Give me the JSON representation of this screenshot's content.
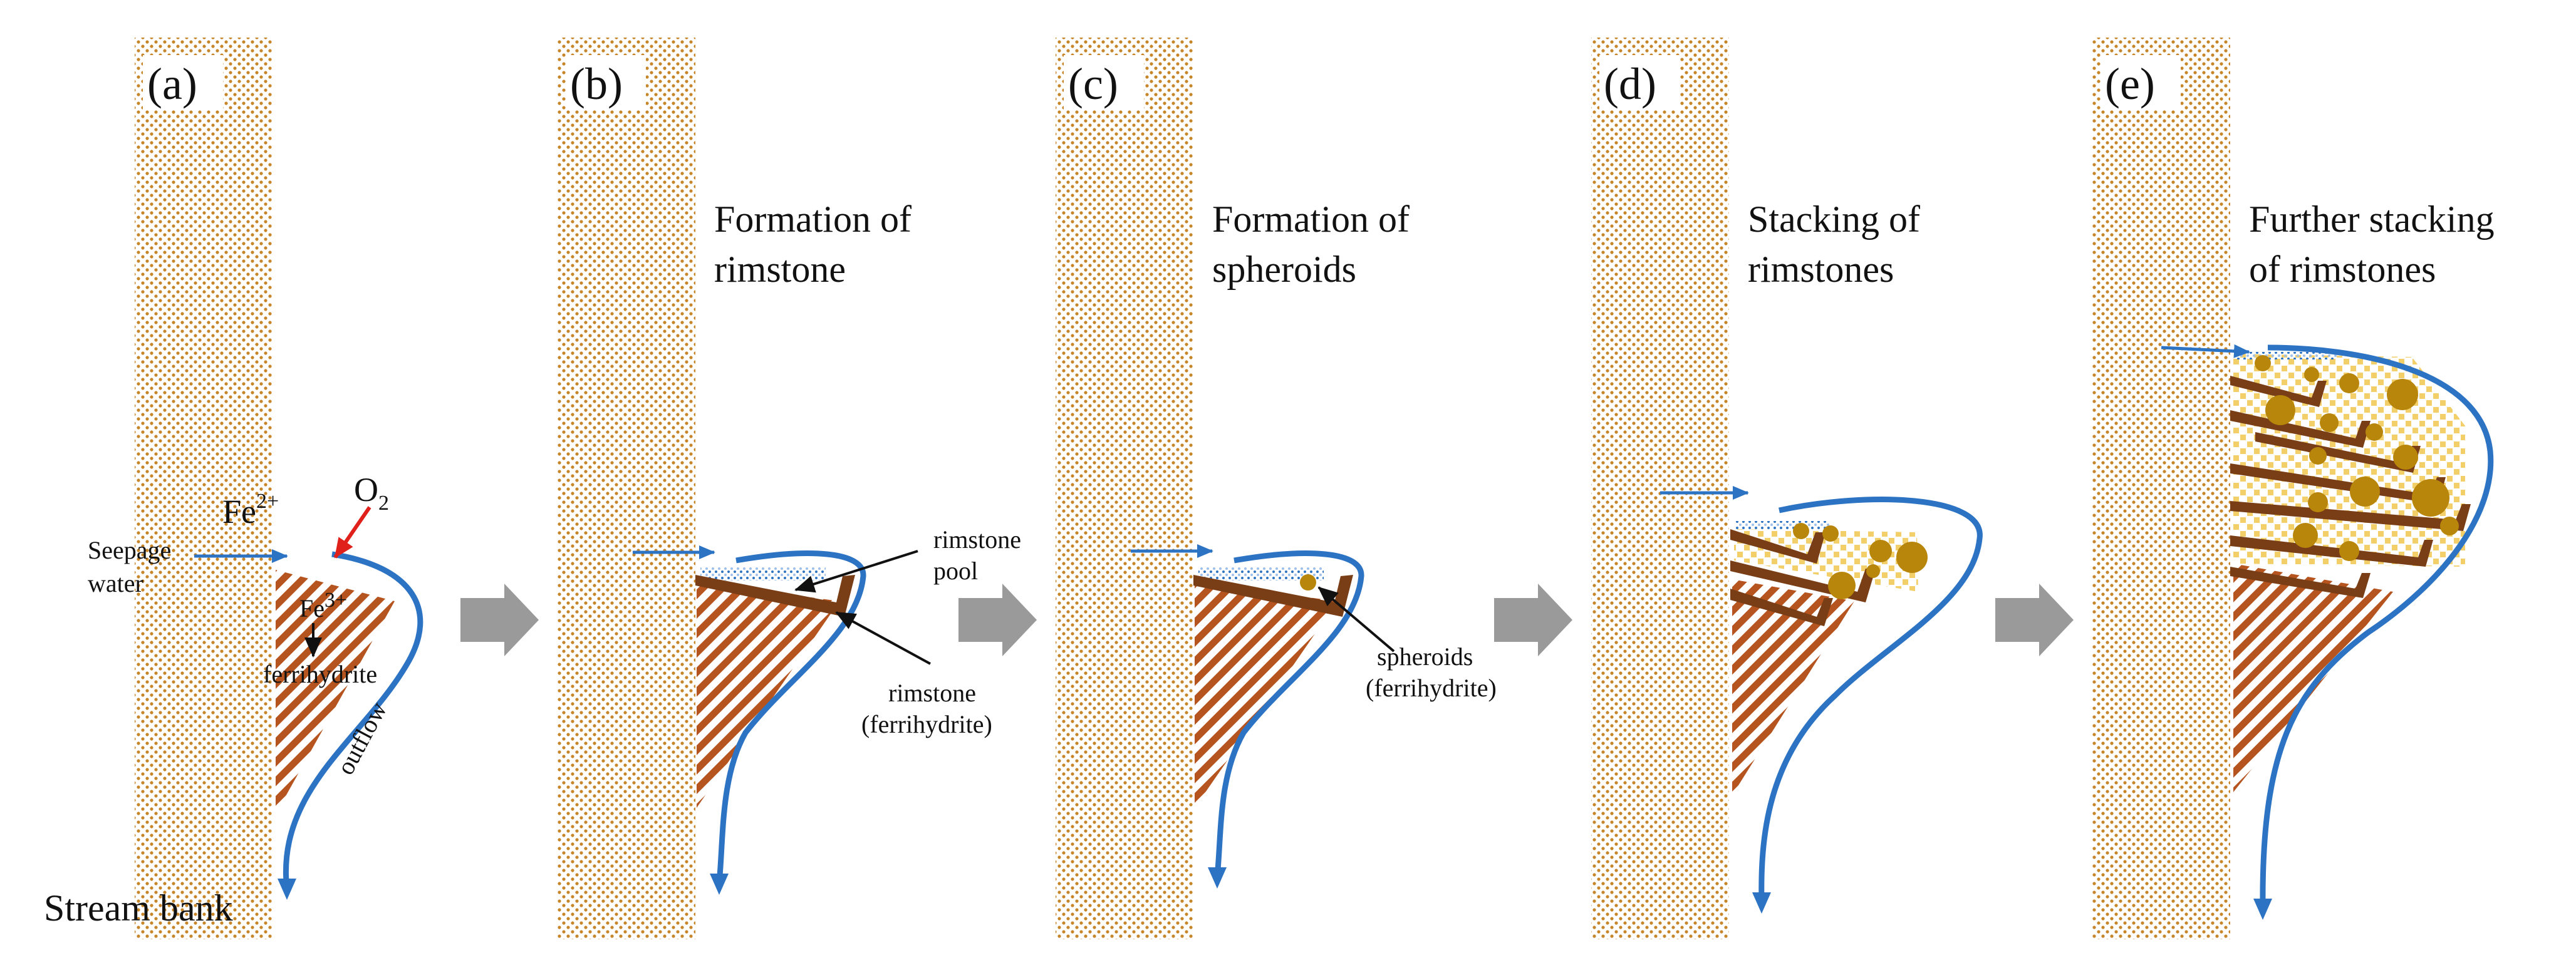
{
  "panels": [
    {
      "label": "(a)",
      "caption_line1": "",
      "caption_line2": ""
    },
    {
      "label": "(b)",
      "caption_line1": "Formation of",
      "caption_line2": "rimstone"
    },
    {
      "label": "(c)",
      "caption_line1": "Formation of",
      "caption_line2": "spheroids"
    },
    {
      "label": "(d)",
      "caption_line1": "Stacking of",
      "caption_line2": "rimstones"
    },
    {
      "label": "(e)",
      "caption_line1": "Further stacking",
      "caption_line2": "of rimstones"
    }
  ],
  "panel_a": {
    "fe2_base": "Fe",
    "fe2_charge": "2+",
    "o2_base": "O",
    "o2_sub": "2",
    "seepage_line1": "Seepage",
    "seepage_line2": "water",
    "fe3_base": "Fe",
    "fe3_charge": "3+",
    "ferrihydrite": "ferrihydrite",
    "outflow": "outflow",
    "stream_bank": "Stream bank"
  },
  "panel_b": {
    "pool_line1": "rimstone",
    "pool_line2": "pool",
    "rim_line1": "rimstone",
    "rim_line2": "(ferrihydrite)"
  },
  "panel_c": {
    "sph_line1": "spheroids",
    "sph_line2": "(ferrihydrite)"
  },
  "colors": {
    "bank_dot": "#c8862a",
    "water": "#2d73c4",
    "rimstone": "#7a3e16",
    "rim_top": "#9a5222",
    "hatch": "#b5541e",
    "spheroid": "#b8860b",
    "spheroid_bg": "#f3cf6a",
    "o2_arrow": "#e0201a",
    "process_arrow": "#9a9a9a"
  }
}
